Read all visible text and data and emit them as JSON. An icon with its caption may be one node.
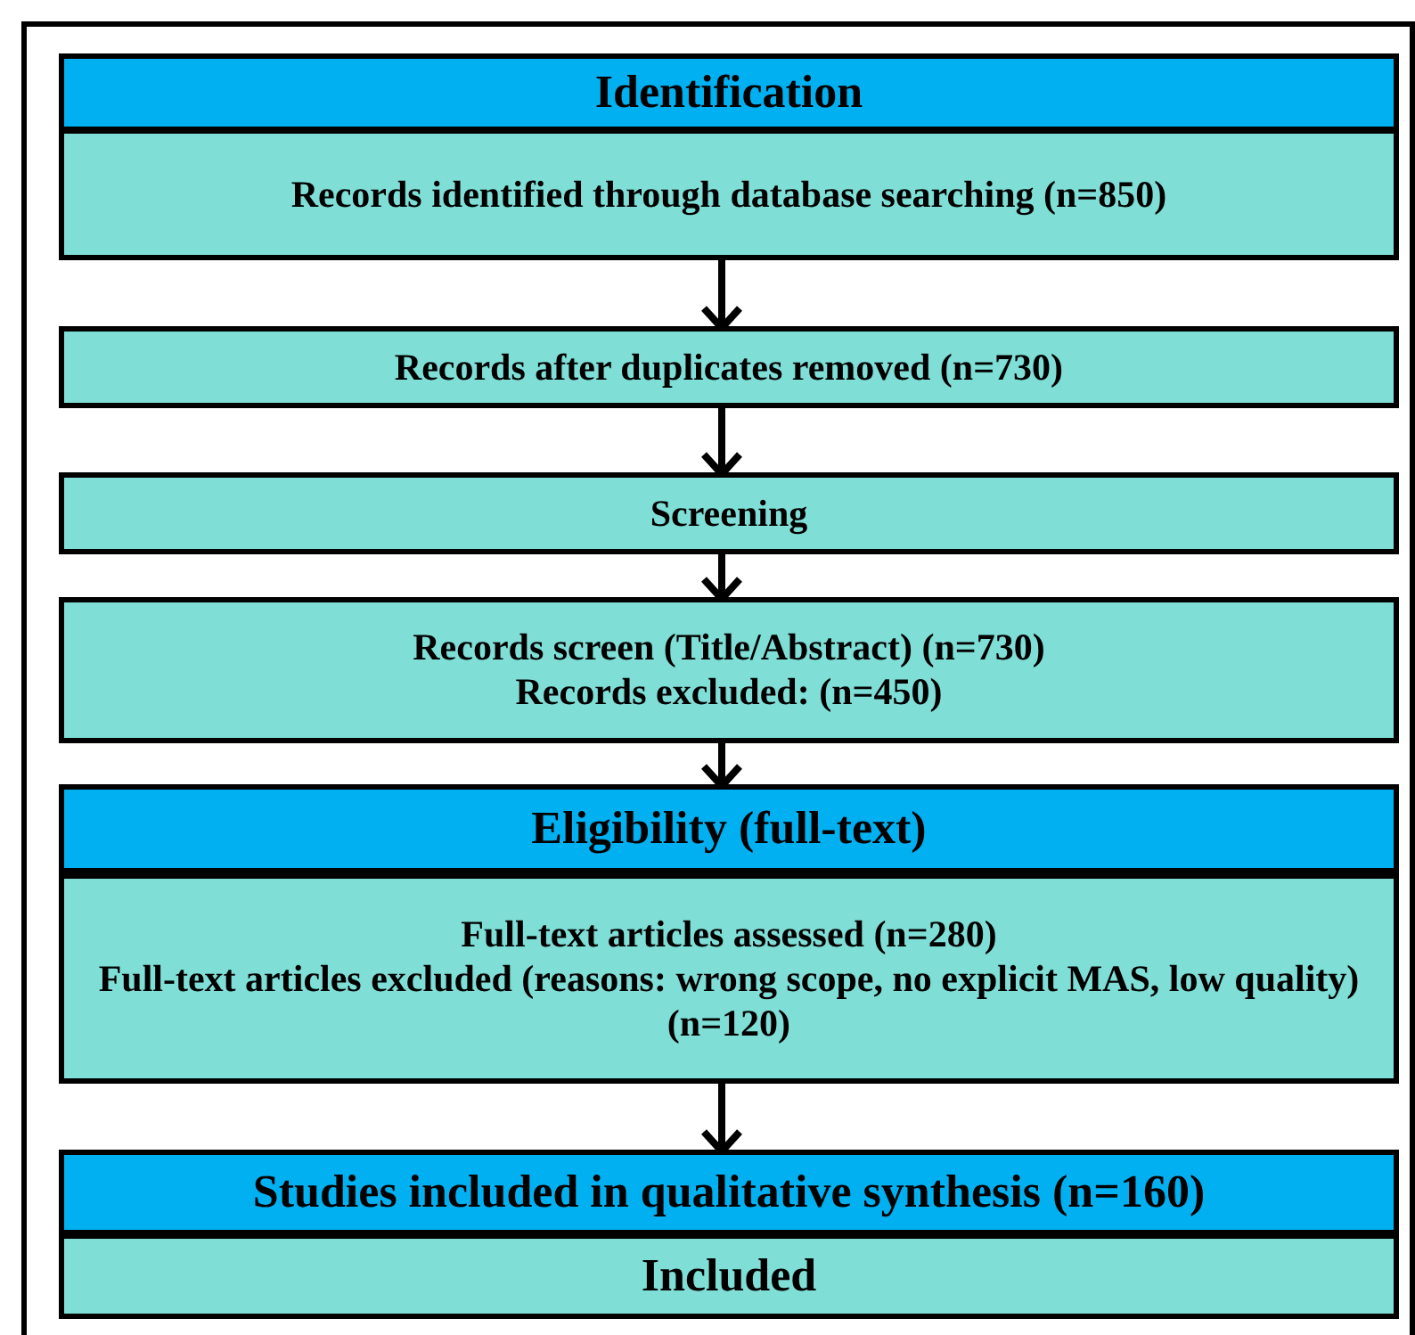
{
  "diagram": {
    "nodes": [
      {
        "text": [
          "Identification"
        ]
      },
      {
        "text": [
          "Records identified through database searching (n=850)"
        ]
      },
      {
        "text": [
          "Records after duplicates removed (n=730)"
        ]
      },
      {
        "text": [
          "Screening"
        ]
      },
      {
        "text": [
          "Records screen (Title/Abstract) (n=730)",
          "Records excluded: (n=450)"
        ]
      },
      {
        "text": [
          "Eligibility (full-text)"
        ]
      },
      {
        "text": [
          "Full-text articles assessed (n=280)",
          "Full-text articles excluded (reasons: wrong scope, no explicit MAS, low quality) (n=120)"
        ]
      },
      {
        "text": [
          "Studies included in qualitative synthesis (n=160)"
        ]
      },
      {
        "text": [
          "Included"
        ]
      }
    ],
    "edges": [
      {
        "from": 1,
        "to": 2,
        "arrow": "to"
      },
      {
        "from": 2,
        "to": 3,
        "arrow": "to"
      },
      {
        "from": 3,
        "to": 4,
        "arrow": "to"
      },
      {
        "from": 4,
        "to": 5,
        "arrow": "to"
      },
      {
        "from": 6,
        "to": 7,
        "arrow": "to"
      }
    ]
  }
}
